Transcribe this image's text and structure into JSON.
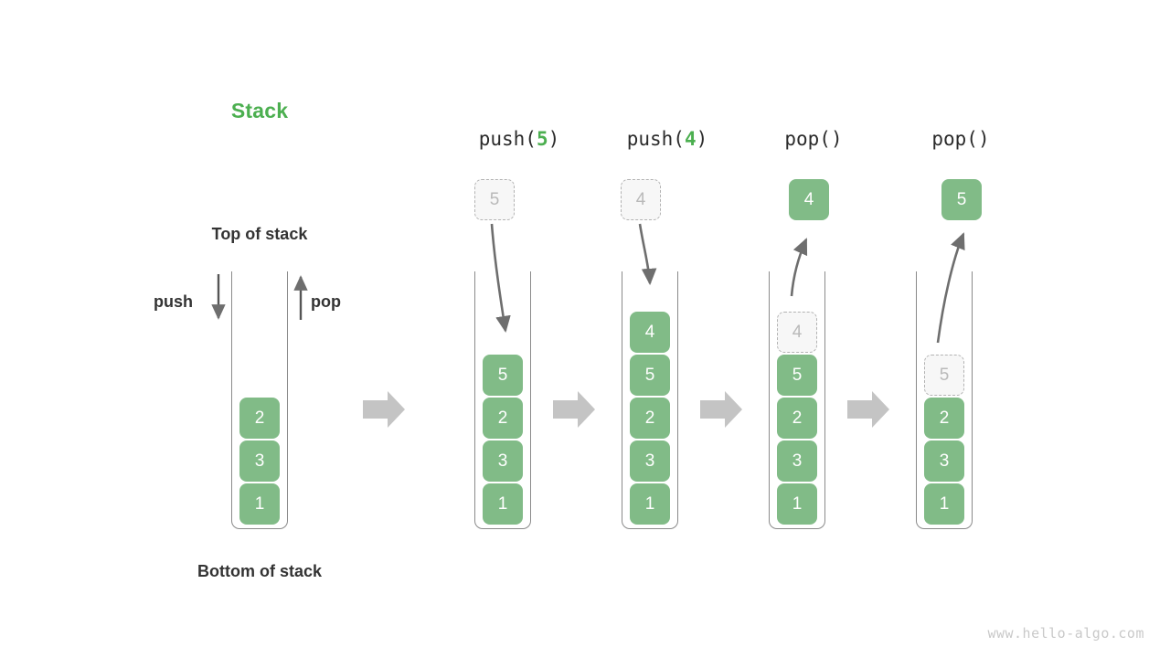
{
  "figure": {
    "title": "Stack",
    "title_color": "#4CAF50",
    "top_label": "Top of stack",
    "bottom_label": "Bottom of stack",
    "push_label": "push",
    "pop_label": "pop",
    "watermark": "www.hello-algo.com",
    "cell_color": "#81bb87",
    "ghost_color": "#b9b9b9",
    "arrow_color": "#6e6e6e",
    "transition_arrow_color": "#c4c4c4"
  },
  "initial_stack": {
    "cells_bottom_to_top": [
      "1",
      "3",
      "2"
    ]
  },
  "steps": [
    {
      "header_fn": "push(",
      "header_arg": "5",
      "header_close": ")",
      "incoming_cell": "5",
      "incoming_style": "ghost",
      "arrow_direction": "down",
      "cells_bottom_to_top": [
        "1",
        "3",
        "2",
        "5"
      ],
      "ghost_index": -1
    },
    {
      "header_fn": "push(",
      "header_arg": "4",
      "header_close": ")",
      "incoming_cell": "4",
      "incoming_style": "ghost",
      "arrow_direction": "down",
      "cells_bottom_to_top": [
        "1",
        "3",
        "2",
        "5",
        "4"
      ],
      "ghost_index": -1
    },
    {
      "header_fn": "pop(",
      "header_arg": "",
      "header_close": ")",
      "incoming_cell": "4",
      "incoming_style": "solid",
      "arrow_direction": "up",
      "cells_bottom_to_top": [
        "1",
        "3",
        "2",
        "5",
        "4"
      ],
      "ghost_index": 4
    },
    {
      "header_fn": "pop(",
      "header_arg": "",
      "header_close": ")",
      "incoming_cell": "5",
      "incoming_style": "solid",
      "arrow_direction": "up",
      "cells_bottom_to_top": [
        "1",
        "3",
        "2",
        "5"
      ],
      "ghost_index": 3
    }
  ],
  "transition_arrows": 4
}
